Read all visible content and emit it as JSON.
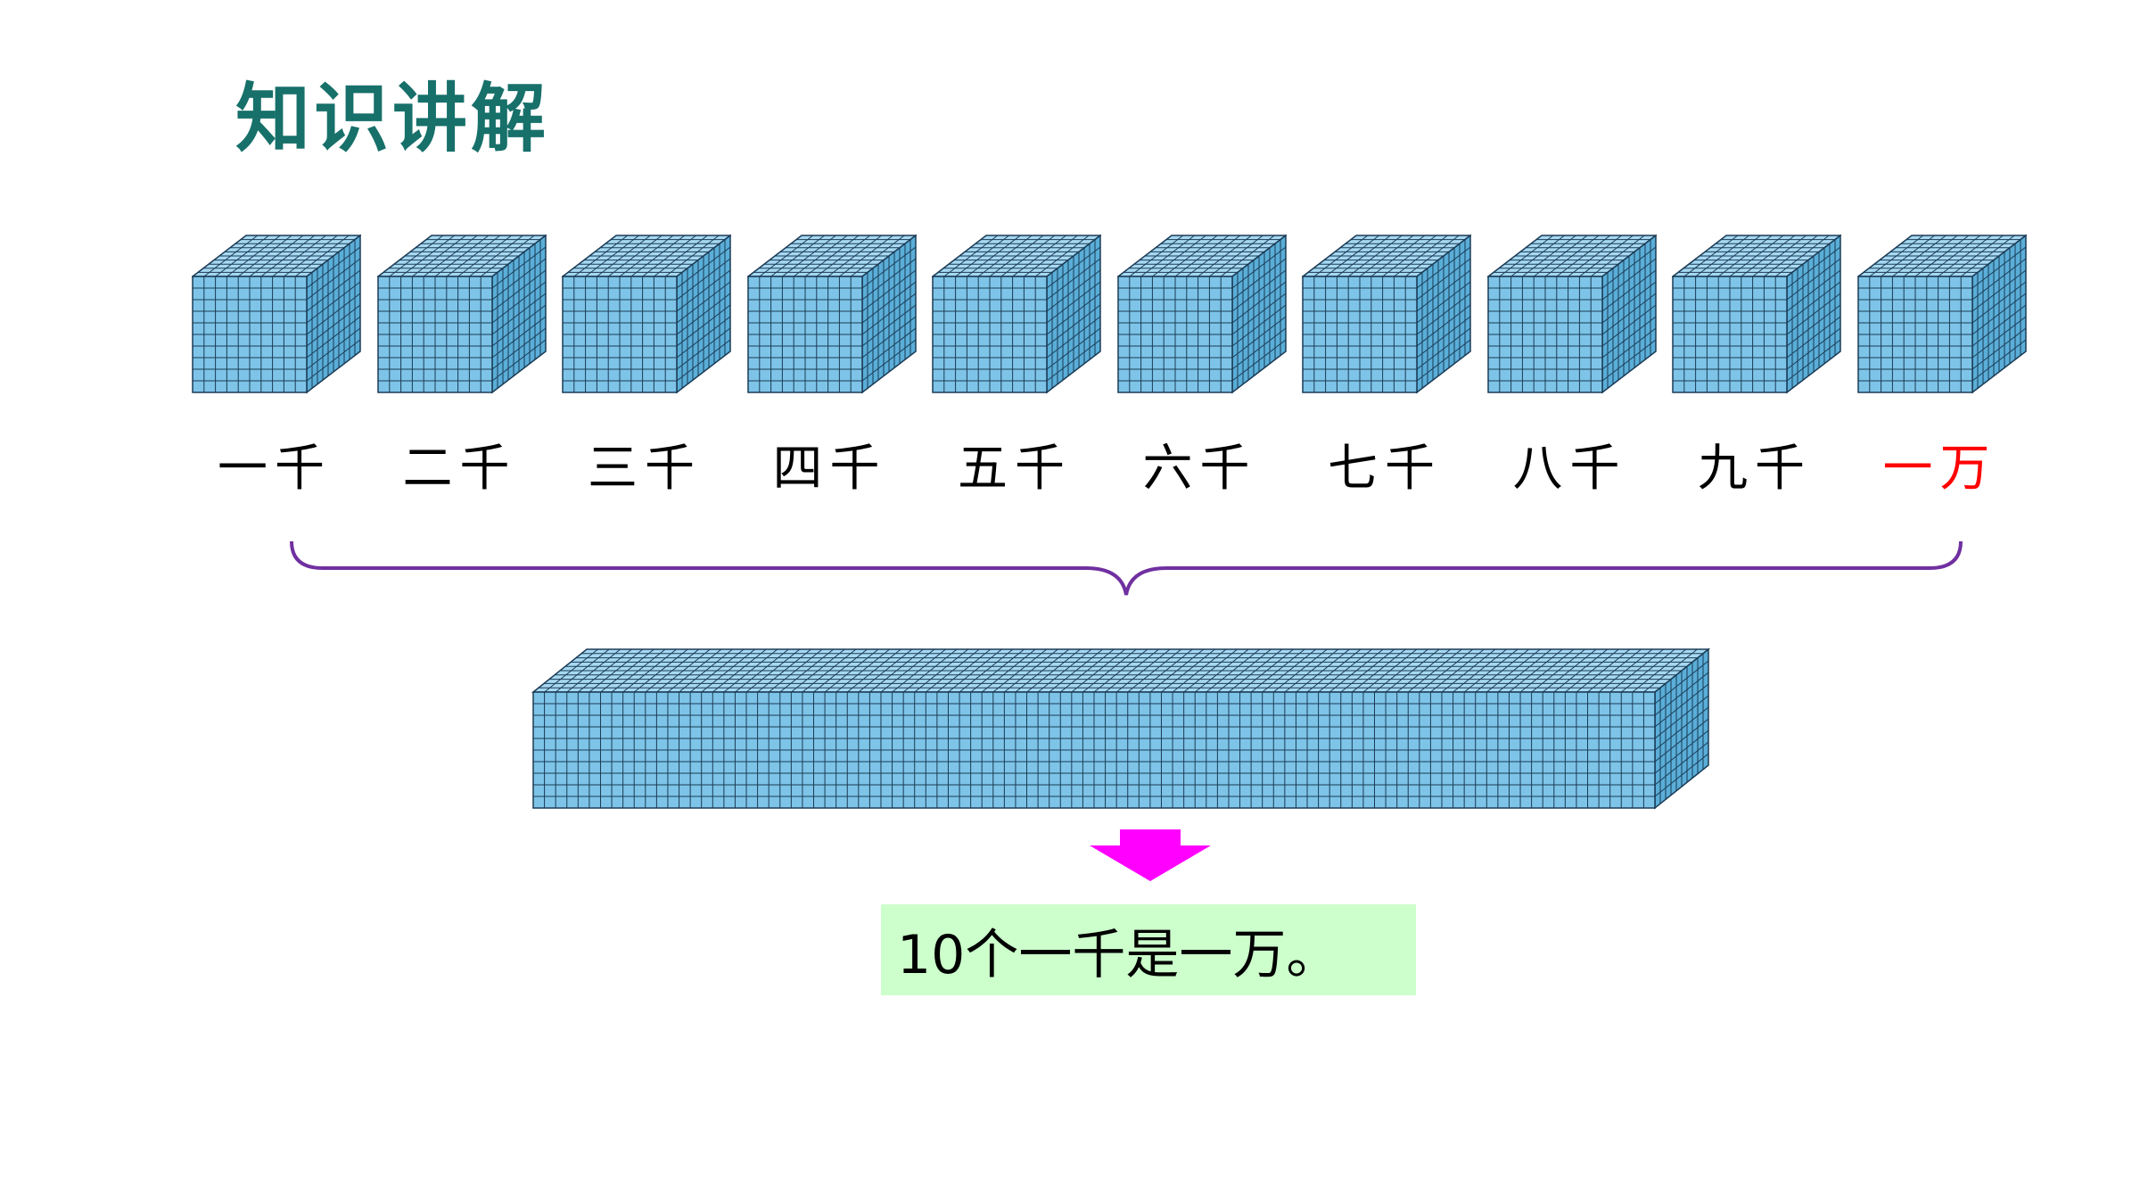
{
  "title": "知识讲解",
  "colors": {
    "title": "#17706a",
    "cube_front": "#7ec4e8",
    "cube_top": "#a6d8f2",
    "cube_side": "#5aaed8",
    "grid_line": "#1b3b55",
    "label_default": "#000000",
    "label_highlight": "#ff0000",
    "brace": "#7030a0",
    "arrow": "#ff00ff",
    "box_bg": "#ccffcc"
  },
  "cube_labels": [
    "一千",
    "二千",
    "三千",
    "四千",
    "五千",
    "六千",
    "七千",
    "八千",
    "九千",
    "一万"
  ],
  "highlight_label": "一万",
  "conclusion": "10个一千是一万。",
  "icons": {
    "brace": "curly-brace-icon",
    "arrow": "down-arrow-icon",
    "cube": "thousand-cube-icon",
    "prism": "ten-thousand-block-icon"
  }
}
